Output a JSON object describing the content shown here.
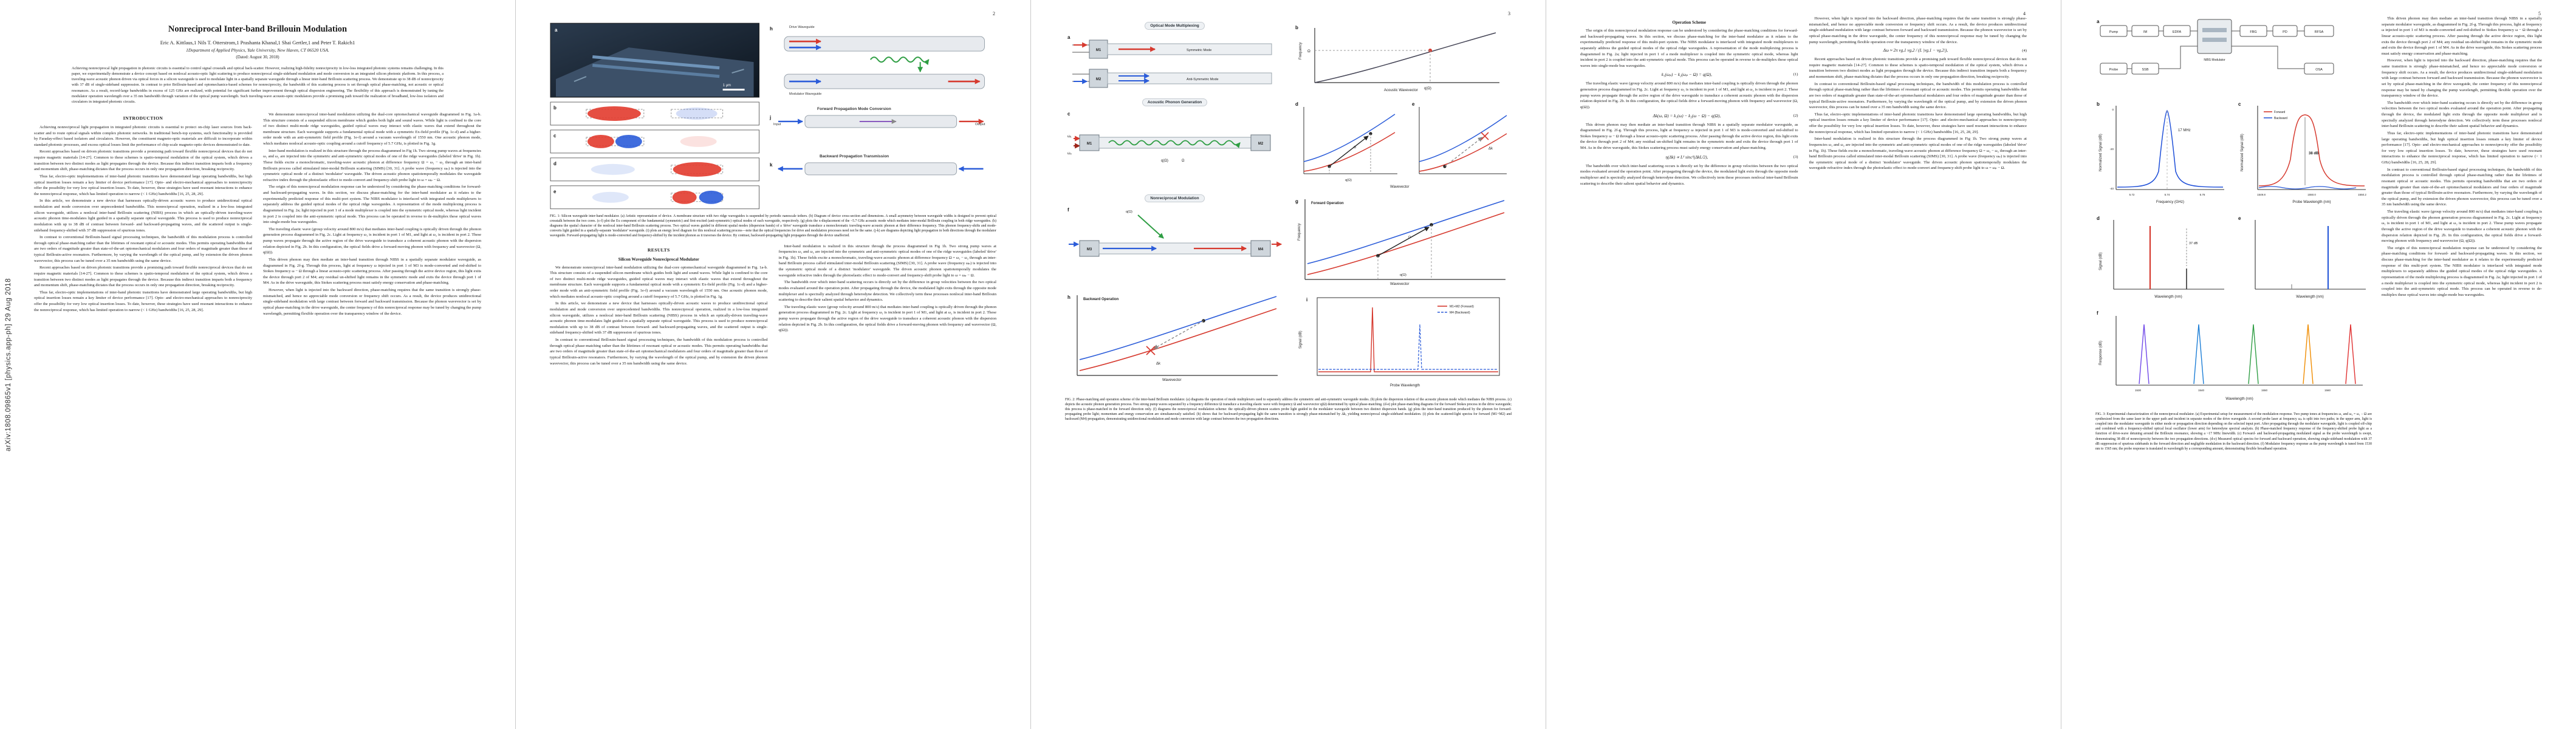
{
  "stamp": {
    "text": "arXiv:1808.09865v1  [physics.app-ph]  29 Aug 2018"
  },
  "front": {
    "title": "Nonreciprocal Inter-band Brillouin Modulation",
    "authors": "Eric A. Kittlaus,1 Nils T. Otterstrom,1 Prashanta Khanal,1 Shai Gertler,1 and Peter T. Rakich1",
    "affiliation": "1Department of Applied Physics, Yale University, New Haven, CT 06520 USA.",
    "dated": "(Dated: August 30, 2018)",
    "abstract": "Achieving nonreciprocal light propagation in photonic circuits is essential to control signal crosstalk and optical back-scatter. However, realizing high-fidelity nonreciprocity in low-loss integrated photonic systems remains challenging. In this paper, we experimentally demonstrate a device concept based on nonlocal acousto-optic light scattering to produce nonreciprocal single-sideband modulation and mode conversion in an integrated silicon photonic platform. In this process, a traveling-wave acoustic phonon driven via optical forces in a silicon waveguide is used to modulate light in a spatially separate waveguide through a linear inter-band Brillouin scattering process. We demonstrate up to 38 dB of nonreciprocity with 37 dB of single-sideband suppression. In contrast to prior Brillouin-based and optomechanics-based schemes for nonreciprocity, the bandwidth of this scattering process is set through optical phase-matching, not acoustic or optical resonances. As a result, record-large bandwidths in excess of 125 GHz are realized, with potential for significant further improvement through optical dispersion engineering. The flexibility of this approach is demonstrated by tuning the modulator operation wavelength over a 35 nm bandwidth through variation of the optical pump wavelength. Such traveling-wave acousto-optic modulators provide a promising path toward the realization of broadband, low-loss isolators and circulators in integrated photonic circuits."
  },
  "headings": {
    "introduction": "INTRODUCTION",
    "results": "RESULTS",
    "subsec1": "Silicon Waveguide Nonreciprocal Modulator",
    "operation": "Operation Scheme"
  },
  "pagenos": {
    "p2": "2",
    "p3": "3",
    "p4": "4",
    "p5": "5"
  },
  "paras": {
    "p1": "Achieving nonreciprocal light propagation in integrated photonic circuits is essential to protect on-chip laser sources from back-scatter and to route optical signals within complex photonic networks. In traditional bench-top systems, such functionality is provided by Faraday-effect based isolators and circulators. However, the constituent magneto-optic materials are difficult to incorporate within standard photonic processes, and excess optical losses limit the performance of chip-scale magneto-optic devices demonstrated to date.",
    "p2": "Recent approaches based on driven photonic transitions provide a promising path toward flexible nonreciprocal devices that do not require magnetic materials [14-27]. Common to these schemes is spatio-temporal modulation of the optical system, which drives a transition between two distinct modes as light propagates through the device. Because this indirect transition imparts both a frequency and momentum shift, phase-matching dictates that the process occurs in only one propagation direction, breaking reciprocity.",
    "p3": "Thus far, electro-optic implementations of inter-band photonic transitions have demonstrated large operating bandwidths, but high optical insertion losses remain a key limiter of device performance [17]. Opto- and electro-mechanical approaches to nonreciprocity offer the possibility for very low optical insertion losses. To date, however, these strategies have used resonant interactions to enhance the nonreciprocal response, which has limited operation to narrow (< 1 GHz) bandwidths [16, 25, 28, 29].",
    "p4": "In this article, we demonstrate a new device that harnesses optically-driven acoustic waves to produce unidirectional optical modulation and mode conversion over unprecedented bandwidths. This nonreciprocal operation, realized in a low-loss integrated silicon waveguide, utilizes a nonlocal inter-band Brillouin scattering (NIBS) process in which an optically-driven traveling-wave acoustic phonon time-modulates light guided in a spatially separate optical waveguide. This process is used to produce nonreciprocal modulation with up to 38 dB of contrast between forward- and backward-propagating waves, and the scattered output is single-sideband frequency-shifted with 37 dB suppression of spurious tones.",
    "p5": "In contrast to conventional Brillouin-based signal processing techniques, the bandwidth of this modulation process is controlled through optical phase-matching rather than the lifetimes of resonant optical or acoustic modes. This permits operating bandwidths that are two orders of magnitude greater than state-of-the-art optomechanical modulators and four orders of magnitude greater than those of typical Brillouin-active resonators. Furthermore, by varying the wavelength of the optical pump, and by extension the driven phonon wavevector, this process can be tuned over a 35 nm bandwidth using the same device.",
    "p6": "We demonstrate nonreciprocal inter-band modulation utilizing the dual-core optomechanical waveguide diagrammed in Fig. 1a-b. This structure consists of a suspended silicon membrane which guides both light and sound waves. While light is confined to the core of two distinct multi-mode ridge waveguides, guided optical waves may interact with elastic waves that extend throughout the membrane structure. Each waveguide supports a fundamental optical mode with a symmetric Ex-field profile (Fig. 1c-d) and a higher-order mode with an anti-symmetric field profile (Fig. 1e-f) around a vacuum wavelength of 1550 nm. One acoustic phonon mode, which mediates nonlocal acousto-optic coupling around a cutoff frequency of 5.7 GHz, is plotted in Fig. 1g.",
    "p7": "Inter-band modulation is realized in this structure through the process diagrammed in Fig 1h. Two strong pump waves at frequencies ω₁ and ω₂ are injected into the symmetric and anti-symmetric optical modes of one of the ridge waveguides (labeled 'drive' in Fig. 1h). These fields excite a monochromatic, traveling-wave acoustic phonon at difference frequency Ω = ω₁ − ω₂ through an inter-band Brillouin process called stimulated inter-modal Brillouin scattering (SIMS) [30, 31]. A probe wave (frequency ωₚ) is injected into the symmetric optical mode of a distinct 'modulator' waveguide. The driven acoustic phonon spatiotemporally modulates the waveguide refractive index through the photoelastic effect to mode-convert and frequency-shift probe light to ω = ωₚ − Ω.",
    "p8": "The origin of this nonreciprocal modulation response can be understood by considering the phase-matching conditions for forward- and backward-propagating waves. In this section, we discuss phase-matching for the inter-band modulator as it relates to the experimentally predicted response of this multi-port system. The NIBS modulator is interfaced with integrated mode multiplexers to separately address the guided optical modes of the optical ridge waveguides. A representation of the mode multiplexing process is diagrammed in Fig. 2a; light injected in port 1 of a mode multiplexer is coupled into the symmetric optical mode, whereas light incident in port 2 is coupled into the anti-symmetric optical mode. This process can be operated in reverse to de-multiplex these optical waves into single-mode bus waveguides.",
    "p9": "The traveling elastic wave (group velocity around 800 m/s) that mediates inter-band coupling is optically driven through the phonon generation process diagrammed in Fig. 2c. Light at frequency ω₁ is incident in port 1 of M1, and light at ω₂ is incident in port 2. These pump waves propagate through the active region of the drive waveguide to transduce a coherent acoustic phonon with the dispersion relation depicted in Fig. 2b. In this configuration, the optical fields drive a forward-moving phonon with frequency and wavevector (Ω, q(Ω)).",
    "p10": "This driven phonon may then mediate an inter-band transition through NIBS in a spatially separate modulator waveguide, as diagrammed in Fig. 2f-g. Through this process, light at frequency ω injected in port 1 of M3 is mode-converted and red-shifted to Stokes frequency ω − Ω through a linear acousto-optic scattering process. After passing through the active device region, this light exits the device through port 2 of M4; any residual un-shifted light remains in the symmetric mode and exits the device through port 1 of M4. As in the drive waveguide, this Stokes scattering process must satisfy energy conservation and phase-matching.",
    "p11": "However, when light is injected into the backward direction, phase-matching requires that the same transition is strongly phase-mismatched, and hence no appreciable mode conversion or frequency shift occurs. As a result, the device produces unidirectional single-sideband modulation with large contrast between forward and backward transmission. Because the phonon wavevector is set by optical phase-matching in the drive waveguide, the center frequency of this nonreciprocal response may be tuned by changing the pump wavelength, permitting flexible operation over the transparency window of the device.",
    "p12": "The bandwidth over which inter-band scattering occurs is directly set by the difference in group velocities between the two optical modes evaluated around the operation point. After propagating through the device, the modulated light exits through the opposite mode multiplexer and is spectrally analyzed through heterodyne detection. We collectively term these processes nonlocal inter-band Brillouin scattering to describe their salient spatial behavior and dynamics."
  },
  "equations": {
    "eq1": {
      "body": "k₁(ωₚ) − k₂(ωₚ − Ω) = q(Ω),",
      "num": "(1)"
    },
    "eq2": {
      "body": "Δk(ω, Ω) = k₁(ω) − k₂(ω − Ω) − q(Ω),",
      "num": "(2)"
    },
    "eq3": {
      "body": "η(Δk) ∝ L² sinc²(ΔkL/2),",
      "num": "(3)"
    },
    "eq4": {
      "body": "Δω ≈ 2π vg,1 vg,2 / (L |vg,1 − vg,2|),",
      "num": "(4)"
    }
  },
  "fig1": {
    "caption": "FIG. 1: Silicon waveguide inter-band modulator. (a) Artistic representation of device. A membrane structure with two ridge waveguides is suspended by periodic nanoscale tethers. (b) Diagram of device cross-section and dimensions. A small asymmetry between waveguide widths is designed to prevent optical crosstalk between the two cores. (c-f) plot the Ex component of the fundamental (symmetric) and first-excited (anti-symmetric) optical modes of each waveguide, respectively. (g) plots the x-displacement of the ~5.7 GHz acoustic mode which mediates inter-modal Brillouin coupling in both ridge waveguides. (h) diagrams the spatial character of the nonlocal inter-band Brillouin scattering process. Two optical waves guided in different spatial modes (dispersion bands) of a 'drive' waveguide transduce a monochromatic traveling-wave acoustic phonon at their difference frequency. This phonon frequency-shifts and mode-converts light guided in a spatially-separate 'modulator' waveguide. (i) plots an energy level diagram for this nonlocal scattering process—note that the optical frequencies for drive and modulation processes need not be the same. (j-k) are diagrams depicting light propagation in both directions through the modulator waveguide. Forward-propagating light is mode-converted and frequency-shifted by the incident phonon as it traverses the device. By contrast, backward-propagating light propagates through the device unaffected.",
    "labels": {
      "drive_wg": "Drive Waveguide",
      "mod_wg": "Modulator Waveguide",
      "fwd": "Forward Propagation Mode Conversion",
      "bwd": "Backward Propagation Transmission",
      "input": "Input",
      "output": "Output",
      "scale": "1 μm"
    },
    "panels": {
      "a": "a",
      "b": "b",
      "c": "c",
      "d": "d",
      "e": "e",
      "h": "h",
      "j": "j",
      "k": "k"
    }
  },
  "fig2": {
    "caption": "FIG. 2: Phase-matching and operation scheme of the inter-band Brillouin modulator. (a) diagrams the operation of mode multiplexers used to separately address the symmetric and anti-symmetric waveguide modes. (b) plots the dispersion relation of the acoustic phonon mode which mediates the NIBS process. (c) depicts the acoustic phonon generation process. Two strong pump waves separated by a frequency difference Ω transduce a traveling elastic wave with frequency Ω and wavevector q(Ω) determined by optical phase-matching. (d-e) plot phase-matching diagrams for the forward Stokes process in the drive waveguide; this process is phase-matched in the forward direction only. (f) diagrams the nonreciprocal modulation scheme: the optically-driven phonon scatters probe light guided in the modulator waveguide between two distinct dispersion bands. (g) plots the inter-band transition produced by the phonon for forward-propagating probe light; momentum and energy conservation are simultaneously satisfied. (h) shows that for backward-propagating light the same transition is strongly phase-mismatched by Δk, yielding nonreciprocal single-sideband modulation. (i) plots the scattered-light spectra for forward (M1+M2) and backward (M4) propagation, demonstrating unidirectional modulation and mode conversion with large contrast between the two propagation directions.",
    "labels": {
      "a_title": "Optical Mode Multiplexing",
      "c_title": "Acoustic Phonon Generation",
      "f_title": "Nonreciprocal Modulation",
      "sym": "Symmetric Mode",
      "asym": "Anti-Symmetric Mode",
      "m1": "M1",
      "m2": "M2",
      "m3": "M3",
      "m4": "M4",
      "b_x": "Acoustic Wavevector",
      "b_y": "Frequency",
      "g_x": "Wavevector",
      "g_y": "Frequency",
      "i_x": "Probe Wavelength",
      "i_y": "Signal (dB)",
      "legend_fwd": "M1+M2 (Forward)",
      "legend_bwd": "M4 (Backward)",
      "q": "q(Ω)",
      "omega": "Ω",
      "w1": "ω₁",
      "w2": "ω₂",
      "dk": "Δk",
      "forward_op": "Forward Operation",
      "backward_op": "Backward Operation"
    },
    "panels": {
      "a": "a",
      "b": "b",
      "c": "c",
      "d": "d",
      "e": "e",
      "f": "f",
      "g": "g",
      "h": "h",
      "i": "i"
    }
  },
  "fig3": {
    "caption": "FIG. 3: Experimental characterization of the nonreciprocal modulator. (a) Experimental setup for measurement of the modulation response. Two pump tones at frequencies ω₁ and ω₂ = ω₁ − Ω are synthesized from the same laser in the upper path and incident in separate modes of the drive waveguide. A second probe laser at frequency ωₚ is split into two paths; in the upper arm, light is coupled into the modulator waveguide in either mode or propagation direction depending on the selected input port. After propagating through the modulator waveguide, light is coupled off-chip and combined with a frequency-shifted optical local oscillator (lower arm) for heterodyne spectral analysis. (b) Phase-matched frequency response of the frequency-shifted probe light as a function of drive-wave detuning around the Brillouin resonance, showing a ~17 MHz linewidth. (c) Forward- and backward-propagating modulated signal as the probe wavelength is swept, demonstrating 38 dB of nonreciprocity between the two propagation directions. (d-e) Measured optical spectra for forward and backward operation, showing single-sideband modulation with 37 dB suppression of spurious sidebands in the forward direction and negligible modulation in the backward direction. (f) Modulator frequency response as the pump wavelength is tuned from 1530 nm to 1565 nm; the probe response is translated in wavelength by a corresponding amount, demonstrating flexible broadband operation.",
    "labels": {
      "pump": "Pump",
      "probe": "Probe",
      "im": "IM",
      "edfa": "EDFA",
      "fbg": "FBG",
      "ssb": "SSB",
      "pd": "PD",
      "rfsa": "RFSA",
      "osa": "OSA",
      "dut": "NIBS Modulator",
      "b_x": "Frequency (GHz)",
      "b_y": "Normalized Signal (dB)",
      "c_x": "Probe Wavelength (nm)",
      "c_y": "Normalized Signal (dB)",
      "d_x": "Wavelength (nm)",
      "e_x": "Wavelength (nm)",
      "d_y": "Signal (dB)",
      "f_x": "Wavelength (nm)",
      "f_y": "Response (dB)",
      "ann_b": "17 MHz",
      "ann_c": "38 dB",
      "ann_d": "37 dB",
      "leg_fwd": "Forward",
      "leg_bwd": "Backward"
    },
    "tb": [
      "5.72",
      "5.74",
      "5.76"
    ],
    "tc": [
      "1549.8",
      "1550.0",
      "1550.2"
    ],
    "tf": [
      "1530",
      "1540",
      "1550",
      "1560"
    ],
    "ty": [
      "0",
      "-20",
      "-40"
    ],
    "panels": {
      "a": "a",
      "b": "b",
      "c": "c",
      "d": "d",
      "e": "e",
      "f": "f"
    }
  }
}
